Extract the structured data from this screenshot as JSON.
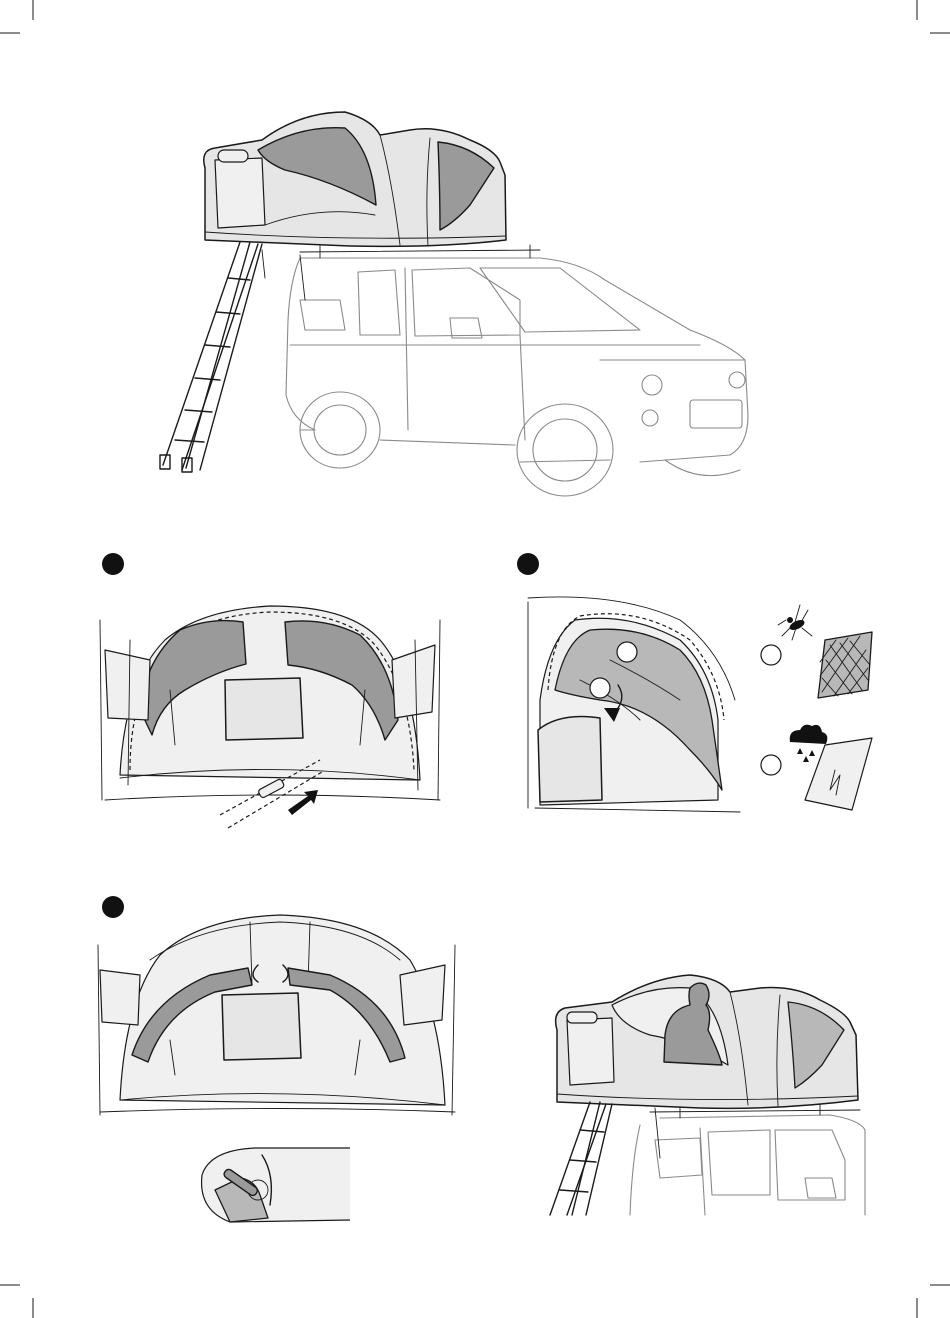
{
  "figures": [
    {
      "id": "tent-on-car-open"
    },
    {
      "id": "step-1-zip-windows"
    },
    {
      "id": "step-2-mesh-or-cover"
    },
    {
      "id": "step-3-roll-and-tie"
    },
    {
      "id": "tent-occupied"
    }
  ],
  "step_markers": [
    "",
    "",
    ""
  ],
  "option_icons": [
    "mosquito-icon",
    "rain-cloud-icon"
  ],
  "colors": {
    "line": "#1a1a1a",
    "panel": "#9a9a9a",
    "fabric": "#e6e6e6",
    "vehicle": "#8a8a8a"
  }
}
